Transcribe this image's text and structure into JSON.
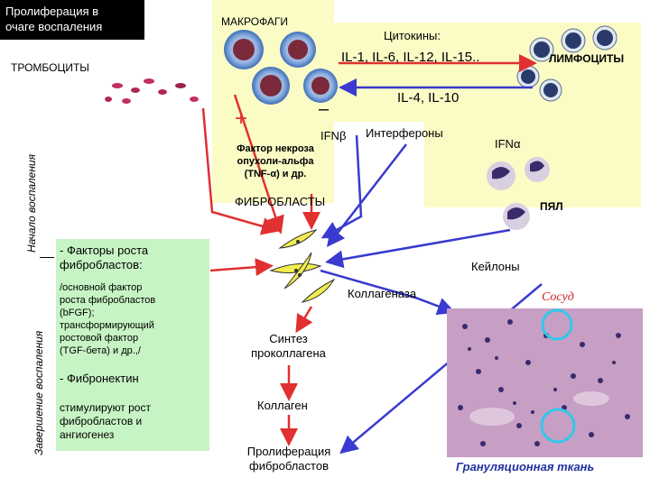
{
  "header": {
    "title_line1": "Пролиферация  в",
    "title_line2": "очаге воспаления"
  },
  "labels": {
    "macrophages": "МАКРОФАГИ",
    "cytokines": "Цитокины:",
    "il_pro": "IL-1, IL-6, IL-12, IL-15..",
    "lymphocytes": "ЛИМФОЦИТЫ",
    "thrombocytes": "ТРОМБОЦИТЫ",
    "il_anti": "IL-4, IL-10",
    "plus": "+",
    "minus": "–",
    "ifn_beta": "IFNβ",
    "interferons": "Интерфероны",
    "ifn_alpha": "IFNα",
    "tnf_line1": "Фактор некроза",
    "tnf_line2": "опухоли-альфа",
    "tnf_line3": "(TNF-α) и др.",
    "fibroblasts": "ФИБРОБЛАСТЫ",
    "pmn": "ПЯЛ",
    "keylones": "Кейлоны",
    "collagenase": "Коллагеназа",
    "vessel": "Сосуд",
    "synthesis_line1": "Синтез",
    "synthesis_line2": "проколлагена",
    "collagen": "Коллаген",
    "prolif_line1": "Пролиферация",
    "prolif_line2": "фибробластов",
    "granulation": "Грануляционная ткань",
    "side_start": "Начало воспаления",
    "side_end": "Завершение воспаления"
  },
  "factors": {
    "heading_line1": "- Факторы роста",
    "heading_line2": "фибробластов:",
    "fgf_line1": "/основной фактор",
    "fgf_line2": "роста фибробластов",
    "fgf_line3": "(bFGF);",
    "tgf_line1": "трансформирующий",
    "tgf_line2": "ростовой фактор",
    "tgf_line3": "(TGF-бета) и др.,/",
    "fibronectin": "- Фибронектин",
    "stim_line1": "стимулируют рост",
    "stim_line2": "фибробластов  и",
    "stim_line3": "ангиогенез"
  },
  "colors": {
    "arrow_red": "#e03030",
    "arrow_blue": "#3a3ad0",
    "yellow_bg": "#fbfbc6",
    "green_bg": "#c7f4c4",
    "vessel_ring": "#30c8e8",
    "vessel_text": "#cc2020",
    "granulation_text": "#2030a0"
  }
}
